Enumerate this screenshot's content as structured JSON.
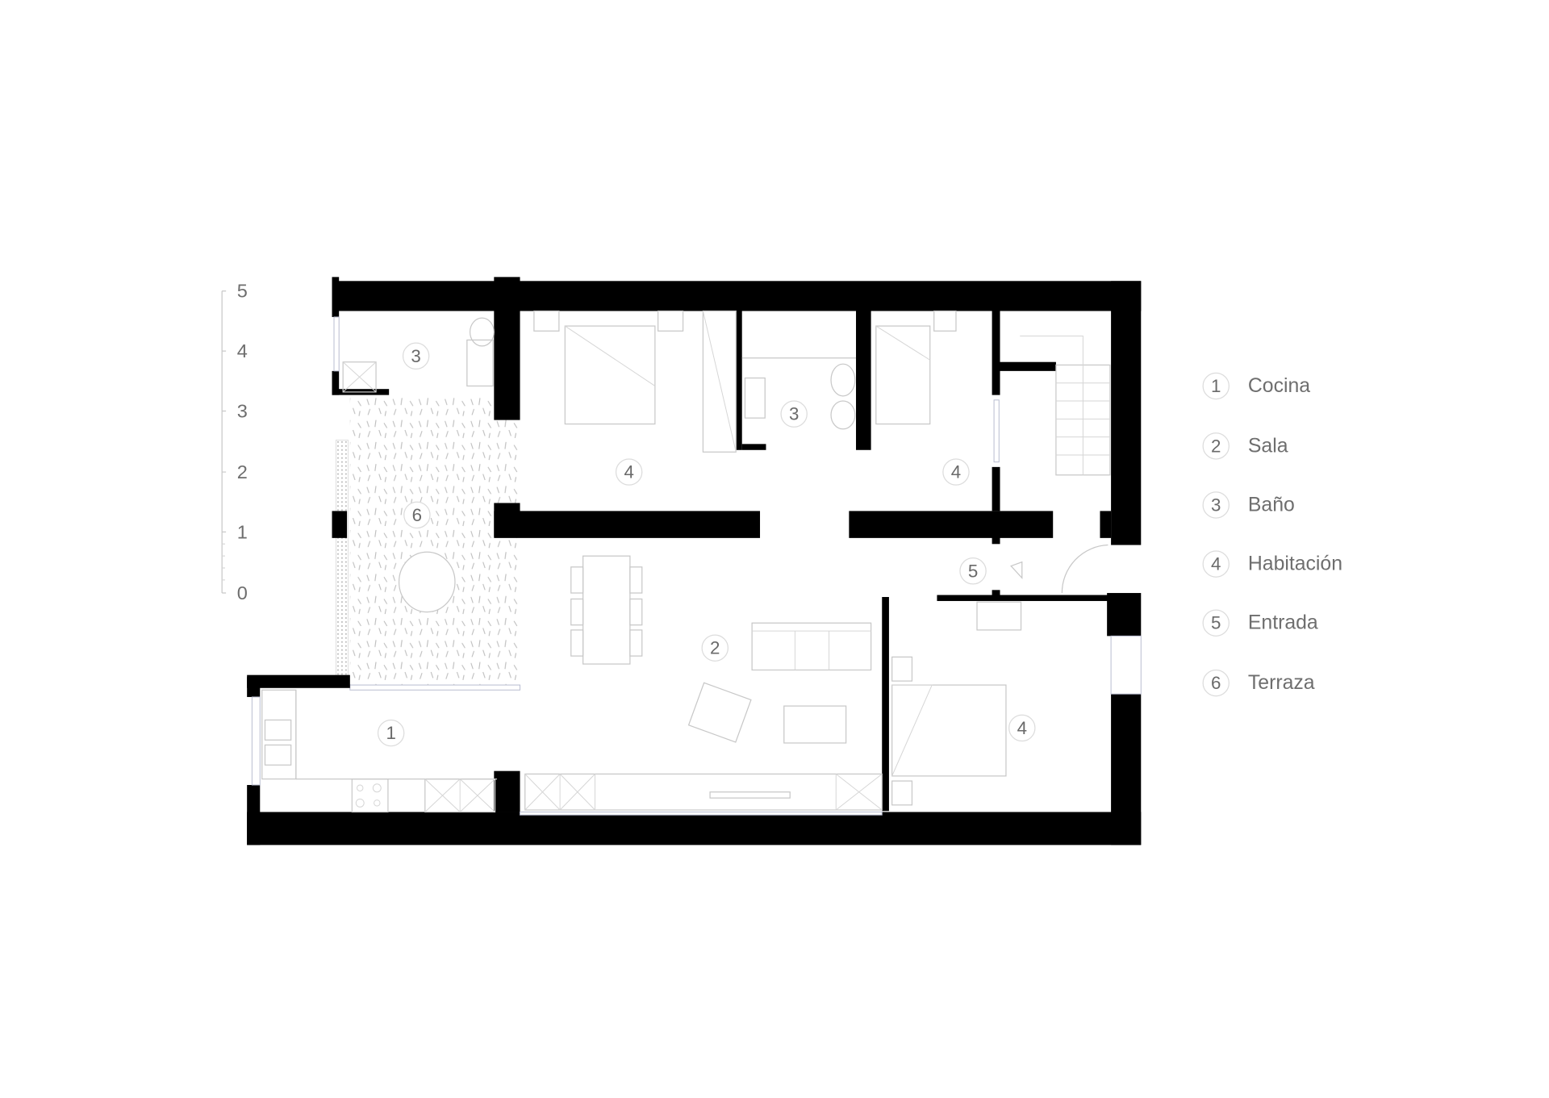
{
  "plan": {
    "room_labels": {
      "bath_top_left": "3",
      "bedroom_top_left": "4",
      "bath_center": "3",
      "bedroom_top_right": "4",
      "terrace": "6",
      "living": "2",
      "entry": "5",
      "bedroom_bottom_right": "4",
      "kitchen": "1"
    },
    "scale_bar": {
      "unit_labels": [
        "5",
        "4",
        "3",
        "2",
        "1",
        "0"
      ]
    }
  },
  "legend": {
    "items": [
      {
        "num": "1",
        "label": "Cocina"
      },
      {
        "num": "2",
        "label": "Sala"
      },
      {
        "num": "3",
        "label": "Baño"
      },
      {
        "num": "4",
        "label": "Habitación"
      },
      {
        "num": "5",
        "label": "Entrada"
      },
      {
        "num": "6",
        "label": "Terraza"
      }
    ]
  },
  "colors": {
    "wall": "#000000",
    "furniture": "#c8c8c8",
    "text": "#6e6e6e"
  }
}
